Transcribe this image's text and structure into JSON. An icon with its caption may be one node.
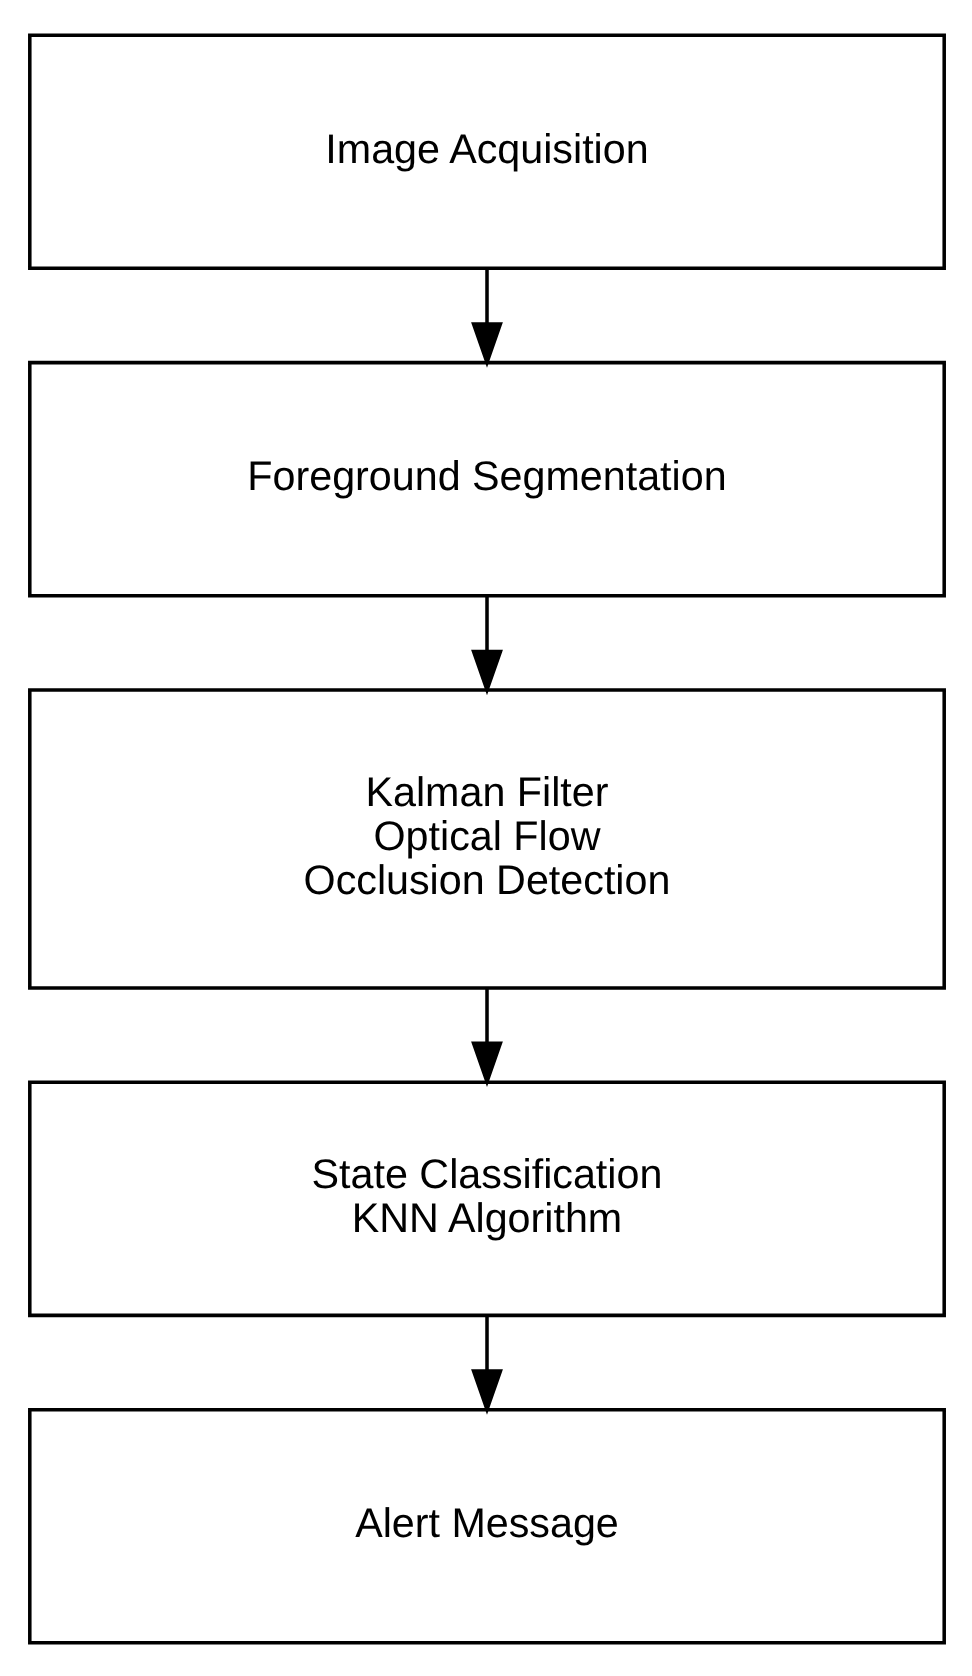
{
  "diagram": {
    "nodes": [
      {
        "text": [
          "Image Acquisition"
        ]
      },
      {
        "text": [
          "Foreground Segmentation"
        ]
      },
      {
        "text": [
          "Kalman Filter",
          "Optical Flow",
          "Occlusion Detection"
        ]
      },
      {
        "text": [
          "State Classification",
          "KNN Algorithm"
        ]
      },
      {
        "text": [
          "Alert Message"
        ]
      }
    ],
    "edges": [
      {
        "from": 0,
        "to": 1,
        "arrow": "to"
      },
      {
        "from": 1,
        "to": 2,
        "arrow": "to"
      },
      {
        "from": 2,
        "to": 3,
        "arrow": "to"
      },
      {
        "from": 3,
        "to": 4,
        "arrow": "to"
      }
    ]
  }
}
